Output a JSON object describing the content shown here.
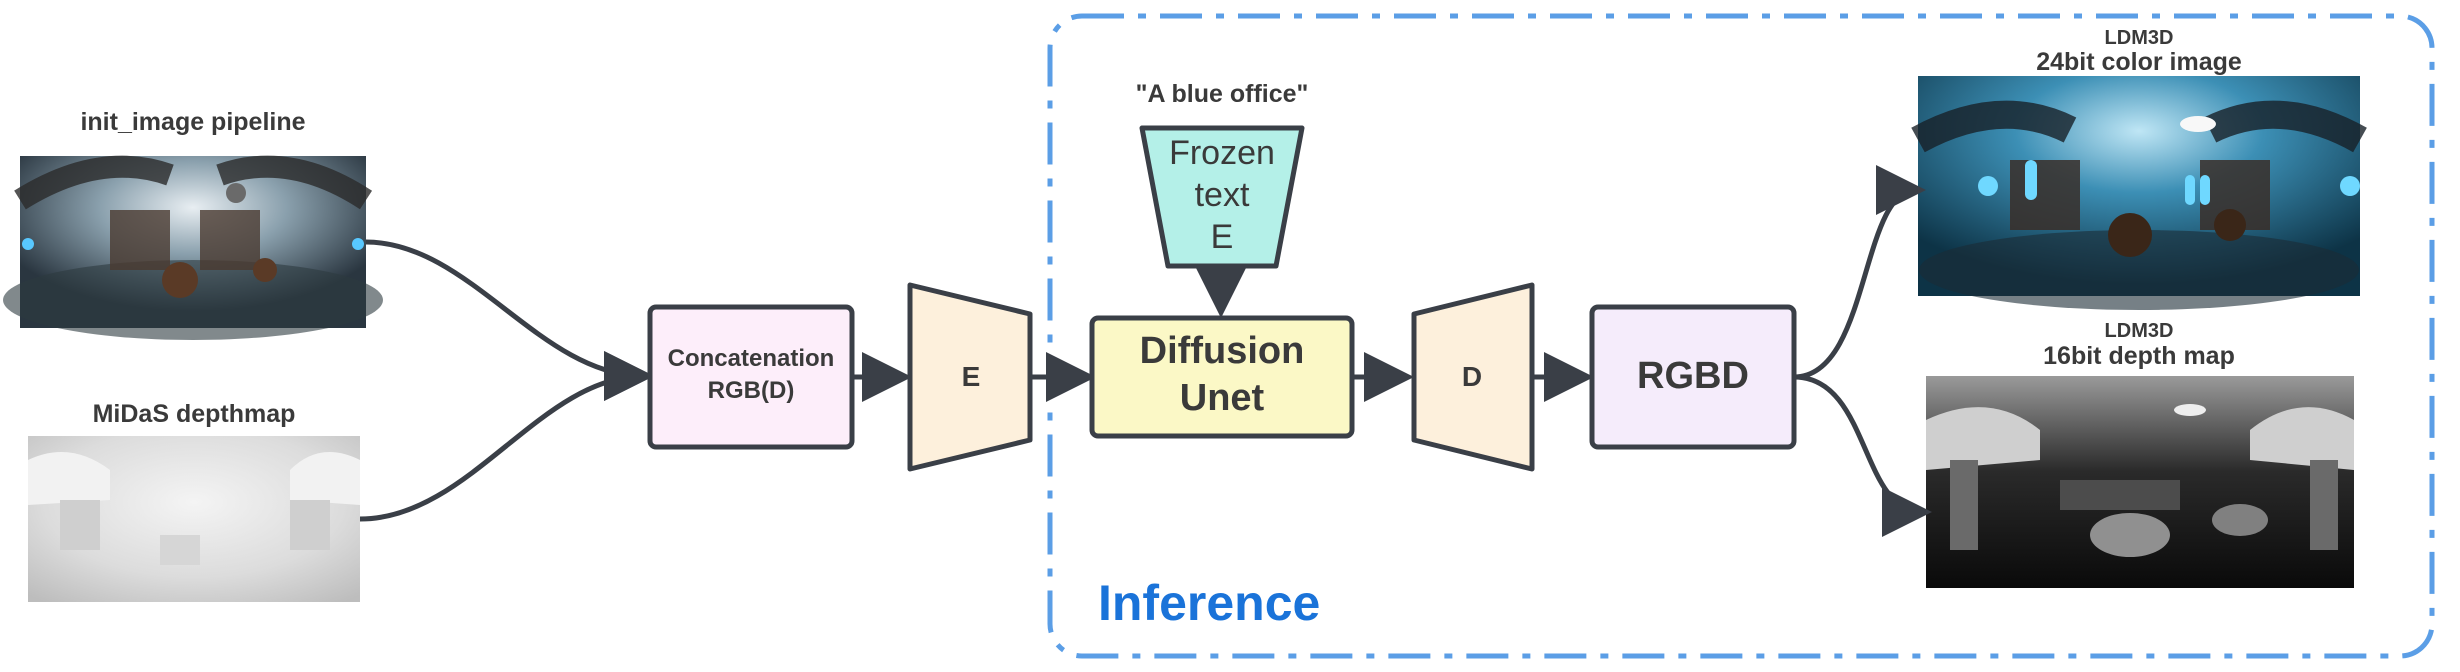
{
  "init_image": {
    "label": "init_image pipeline"
  },
  "midas": {
    "label": "MiDaS depthmap"
  },
  "concat": {
    "line1": "Concatenation",
    "line2": "RGB(D)"
  },
  "encoder": {
    "label": "E"
  },
  "prompt": {
    "label": "\"A blue office\""
  },
  "frozen": {
    "line1": "Frozen",
    "line2": "text",
    "line3": "E"
  },
  "unet": {
    "line1": "Diffusion",
    "line2": "Unet"
  },
  "decoder": {
    "label": "D"
  },
  "rgbd": {
    "label": "RGBD"
  },
  "inference": {
    "label": "Inference"
  },
  "out_color": {
    "top": "LDM3D",
    "bottom": "24bit color image"
  },
  "out_depth": {
    "top": "LDM3D",
    "bottom": "16bit depth map"
  },
  "colors": {
    "inference_border": "#5b9ee6",
    "inference_text": "#1a73d9",
    "concat_fill": "#fdeefa",
    "encoder_fill": "#fdf0dc",
    "frozen_fill": "#b4f0e8",
    "unet_fill": "#fbf8c6",
    "decoder_fill": "#fdf0dc",
    "rgbd_fill": "#f5ecfb",
    "stroke": "#3a3f47"
  }
}
